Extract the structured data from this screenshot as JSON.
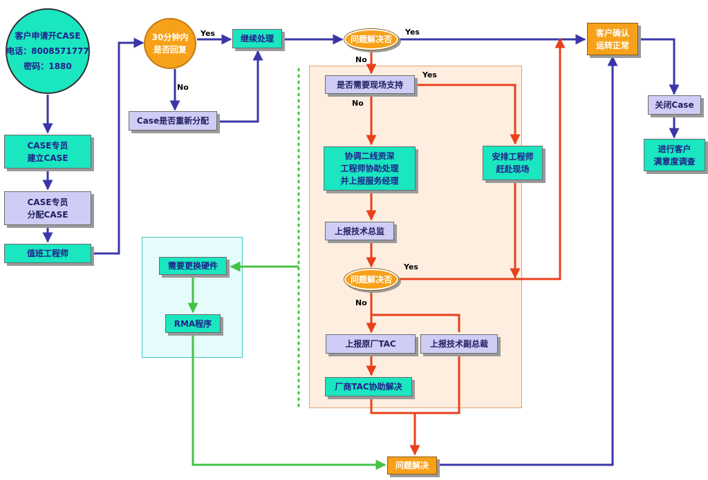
{
  "nodes": {
    "start_circle": {
      "lines": [
        "客户申请开CASE",
        "电话：8008571777",
        "密码：1880"
      ]
    },
    "reply_30min": {
      "lines": [
        "30分钟内",
        "是否回复"
      ]
    },
    "continue_process": {
      "lines": [
        "继续处理"
      ]
    },
    "resolved_q1": {
      "lines": [
        "问题解决否"
      ]
    },
    "customer_confirm": {
      "lines": [
        "客户确认",
        "运转正常"
      ]
    },
    "close_case": {
      "lines": [
        "关闭Case"
      ]
    },
    "survey": {
      "lines": [
        "进行客户",
        "满意度调查"
      ]
    },
    "case_staff_create": {
      "lines": [
        "CASE专员",
        "建立CASE"
      ]
    },
    "case_staff_assign": {
      "lines": [
        "CASE专员",
        "分配CASE"
      ]
    },
    "duty_engineer": {
      "lines": [
        "值班工程师"
      ]
    },
    "case_reassign": {
      "lines": [
        "Case是否重新分配"
      ]
    },
    "onsite_support": {
      "lines": [
        "是否需要现场支持"
      ]
    },
    "coordinate_senior": {
      "lines": [
        "协调二线资深",
        "工程师协助处理",
        "并上报服务经理"
      ]
    },
    "dispatch_engineer": {
      "lines": [
        "安排工程师",
        "赶赴现场"
      ]
    },
    "report_tech_director": {
      "lines": [
        "上报技术总监"
      ]
    },
    "resolved_q2": {
      "lines": [
        "问题解决否"
      ]
    },
    "report_vendor_tac": {
      "lines": [
        "上报原厂TAC"
      ]
    },
    "report_tech_vp": {
      "lines": [
        "上报技术副总裁"
      ]
    },
    "vendor_tac_assist": {
      "lines": [
        "厂商TAC协助解决"
      ]
    },
    "replace_hardware": {
      "lines": [
        "需要更换硬件"
      ]
    },
    "rma_process": {
      "lines": [
        "RMA程序"
      ]
    },
    "problem_solved": {
      "lines": [
        "问题解决"
      ]
    }
  },
  "labels": {
    "yes_reply": "Yes",
    "no_reply": "No",
    "yes_q1": "Yes",
    "no_q1": "No",
    "yes_onsite": "Yes",
    "no_onsite": "No",
    "yes_q2": "Yes",
    "no_q2": "No"
  },
  "colors": {
    "blue_flow": "#3a36a8",
    "red_flow": "#e8401a",
    "green_flow": "#44c244",
    "teal_box": "#1ae6c0",
    "lavender_box": "#cfcdf5",
    "orange_box": "#f7a11a",
    "peach_region": "#fdeee0",
    "cyan_region": "#e6fcfc"
  }
}
